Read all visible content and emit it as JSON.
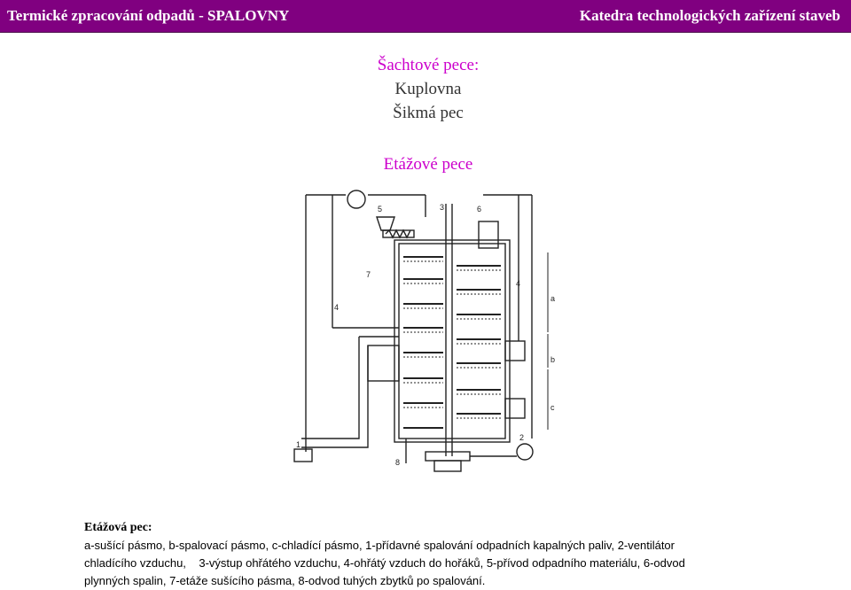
{
  "header": {
    "left_title": "Termické zpracování odpadů - SPALOVNY",
    "right_title": "Katedra technologických zařízení staveb"
  },
  "content": {
    "heading_shaft": "Šachtové pece:",
    "item_1": "Kuplovna",
    "item_2": "Šikmá pec",
    "heading_multiple_hearth": "Etážové pece"
  },
  "diagram": {
    "labels": {
      "n1": "1",
      "n2": "2",
      "n3": "3",
      "n4a": "4",
      "n4b": "4",
      "n5": "5",
      "n6": "6",
      "n7": "7",
      "n8": "8",
      "a": "a",
      "b": "b",
      "c": "c"
    }
  },
  "caption": {
    "heading": "Etážová pec:",
    "line_1": "a-sušící pásmo, b-spalovací pásmo, c-chladící pásmo, 1-přídavné spalování odpadních kapalných paliv, 2-ventilátor",
    "line_2": "chladícího vzduchu,    3-výstup ohřátého vzduchu, 4-ohřátý vzduch do hořáků, 5-přívod odpadního materiálu, 6-odvod",
    "line_3": "plynných spalin, 7-etáže sušícího pásma, 8-odvod tuhých zbytků po spalování."
  }
}
